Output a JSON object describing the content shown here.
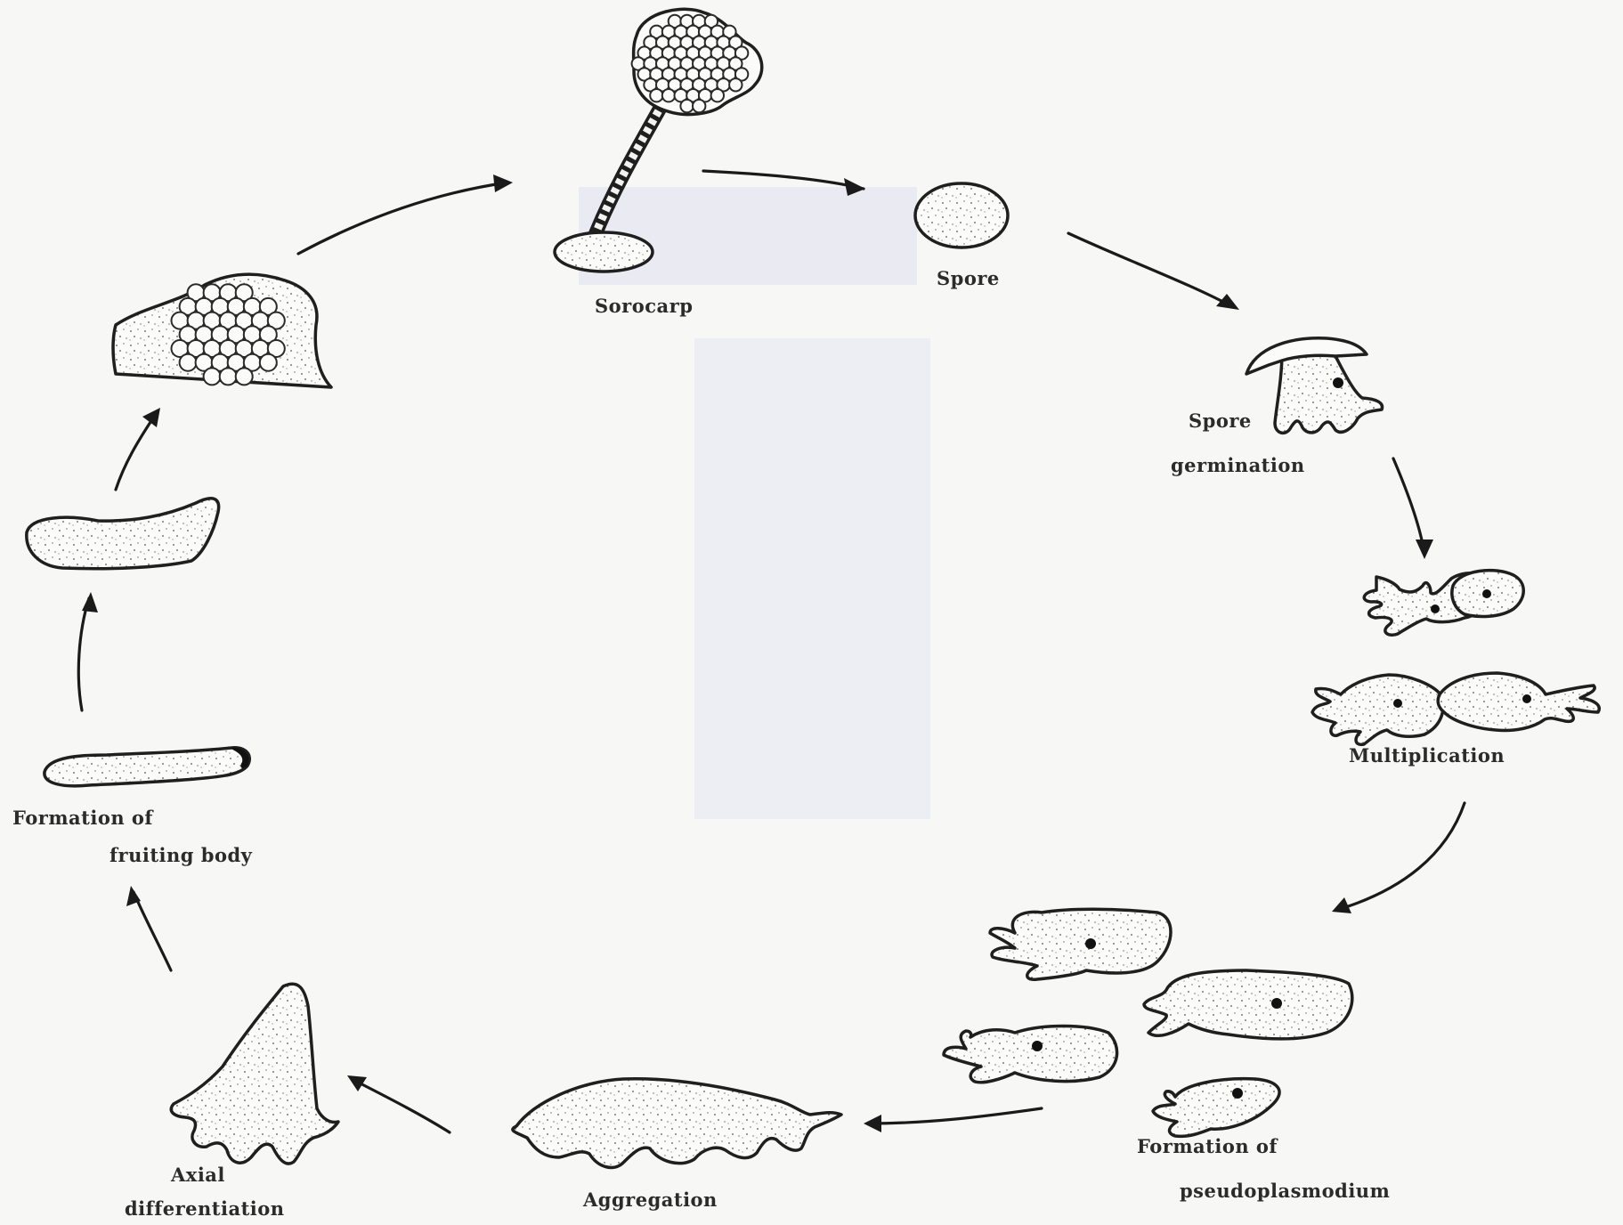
{
  "labels": {
    "sorocarp": "Sorocarp",
    "spore": "Spore",
    "spore_germination_1": "Spore",
    "spore_germination_2": "germination",
    "multiplication": "Multiplication",
    "formation_pseudoplasmodium_1": "Formation of",
    "formation_pseudoplasmodium_2": "pseudoplasmodium",
    "aggregation": "Aggregation",
    "axial_differentiation_1": "Axial",
    "axial_differentiation_2": "differentiation",
    "formation_fruiting_body_1": "Formation of",
    "formation_fruiting_body_2": "fruiting body"
  },
  "colors": {
    "background": "#f7f7f6",
    "ink": "#1f1f1f",
    "highlight": "#e4e4f2"
  }
}
